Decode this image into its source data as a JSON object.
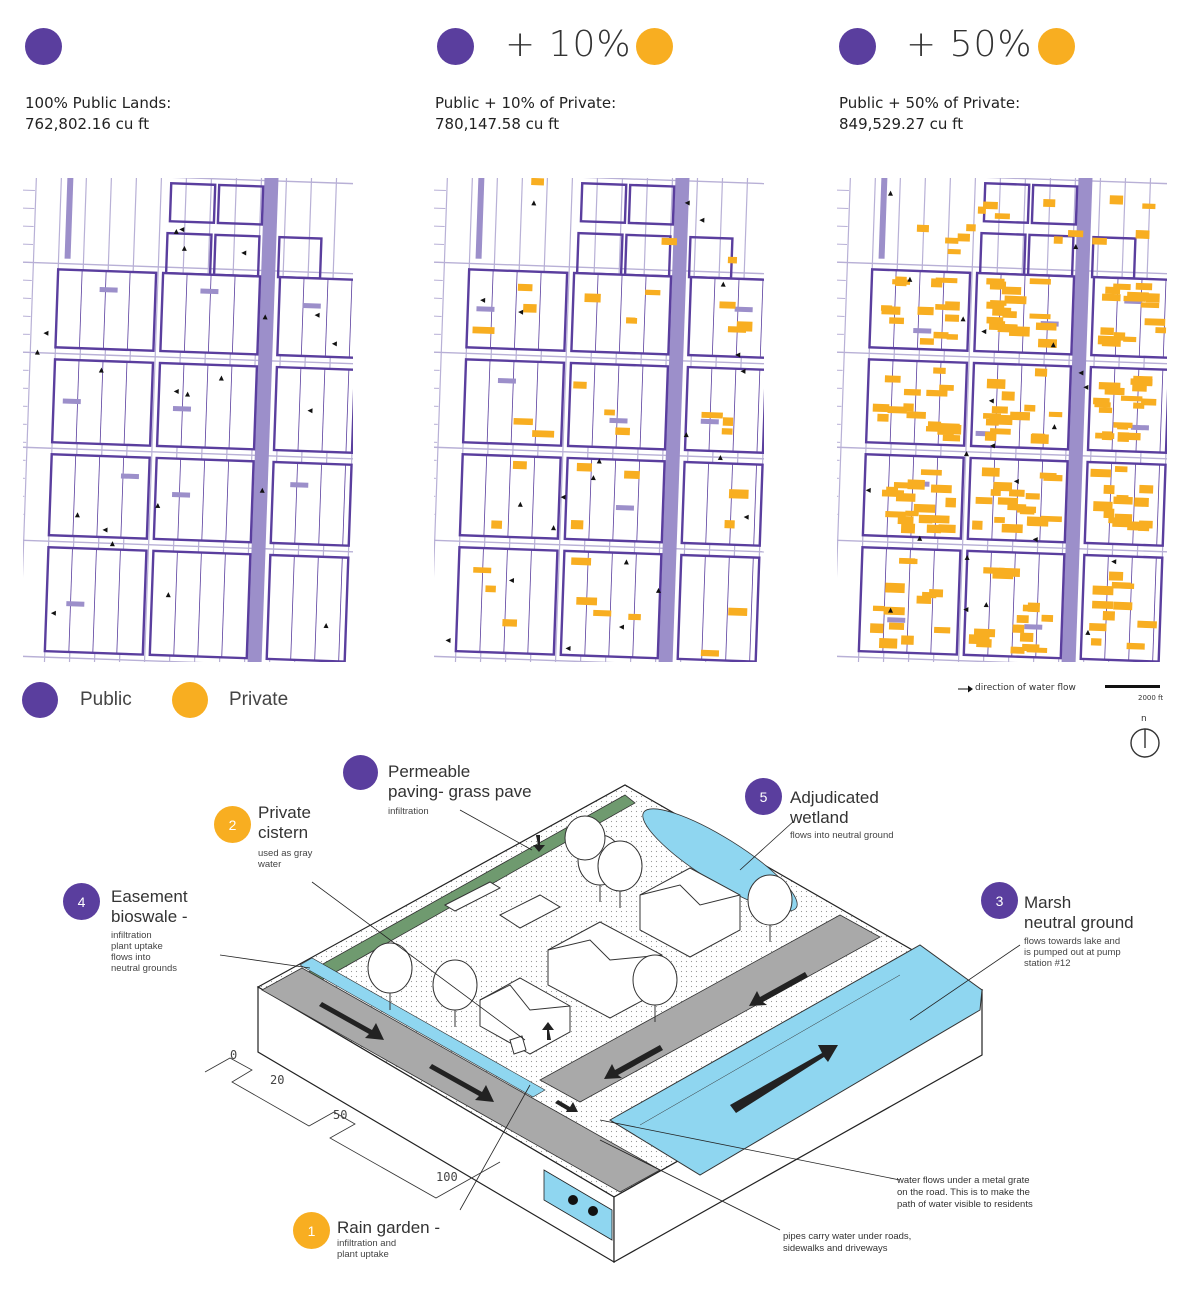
{
  "colors": {
    "public": "#5a3e9e",
    "private": "#f8ae21",
    "water": "#8fd6f0",
    "grass": "#6f9a6f",
    "road": "#a9a9a9"
  },
  "panels": [
    {
      "plus": "",
      "caption_line1": "100% Public Lands:",
      "caption_line2": "762,802.16 cu ft",
      "private_share": 0
    },
    {
      "plus": "+ 10%",
      "caption_line1": "Public + 10% of Private:",
      "caption_line2": "780,147.58 cu ft",
      "private_share": 0.1
    },
    {
      "plus": "+ 50%",
      "caption_line1": "Public + 50% of Private:",
      "caption_line2": "849,529.27 cu ft",
      "private_share": 0.5
    }
  ],
  "legend": {
    "public": "Public",
    "private": "Private"
  },
  "flow_legend": "direction of water flow",
  "scale": "2000 ft",
  "north": "n",
  "callouts": {
    "permeable": {
      "title1": "Permeable",
      "title2": "paving- grass pave",
      "sub": "infiltration"
    },
    "cistern": {
      "num": "2",
      "title1": "Private",
      "title2": "cistern",
      "sub1": "used as gray",
      "sub2": "water"
    },
    "wetland": {
      "num": "5",
      "title1": "Adjudicated",
      "title2": "wetland",
      "sub": "flows into neutral ground"
    },
    "bioswale": {
      "num": "4",
      "title1": "Easement",
      "title2": "bioswale -",
      "sub1": "infiltration",
      "sub2": "plant uptake",
      "sub3": "flows into",
      "sub4": "neutral grounds"
    },
    "marsh": {
      "num": "3",
      "title1": "Marsh",
      "title2": "neutral ground",
      "sub1": "flows towards lake and",
      "sub2": "is pumped out at pump",
      "sub3": "station #12"
    },
    "rain": {
      "num": "1",
      "title1": "Rain garden -",
      "sub1": "infiltration and",
      "sub2": "plant uptake"
    }
  },
  "notes": {
    "grate1": "water flows under a metal grate",
    "grate2": "on the road. This is to make the",
    "grate3": "path of water visible to residents",
    "pipes1": "pipes carry water under roads,",
    "pipes2": "sidewalks and driveways"
  },
  "scale_ticks": [
    "0",
    "20",
    "50",
    "100"
  ]
}
